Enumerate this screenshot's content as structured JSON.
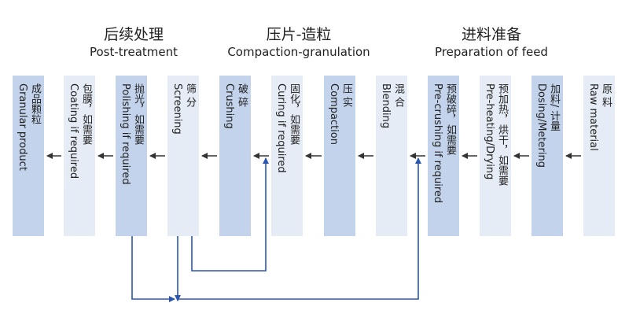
{
  "sections": [
    {
      "zh": "后续处理",
      "en": "Post-treatment"
    },
    {
      "zh": "压片-造粒",
      "en": "Compaction-granulation"
    },
    {
      "zh": "进料准备",
      "en": "Preparation of feed"
    }
  ],
  "steps": [
    {
      "zh": "成品颗粒",
      "en": "Granular product"
    },
    {
      "zh": "包膜，如需要",
      "en": "Coating if required"
    },
    {
      "zh": "抛光，如需要",
      "en": "Polishing if required"
    },
    {
      "zh": "筛 分",
      "en": "Screening"
    },
    {
      "zh": "破 碎",
      "en": "Crushing"
    },
    {
      "zh": "固化，如需要",
      "en": "Curing if required"
    },
    {
      "zh": "压 实",
      "en": "Compaction"
    },
    {
      "zh": "混 合",
      "en": "Blending"
    },
    {
      "zh": "预破碎，如需要",
      "en": "Pre-crushing if required"
    },
    {
      "zh": "预加热，烘干，如需要",
      "en": "Pre-heating/Drying"
    },
    {
      "zh": "加料/ 计量",
      "en": "Dosing/Metering"
    },
    {
      "zh": "原 料",
      "en": "Raw material"
    }
  ],
  "colors": {
    "dark_box": "#c3d3ec",
    "light_box": "#e6ecf6",
    "arrow": "#333333",
    "recycle_line": "#2a56b0"
  }
}
